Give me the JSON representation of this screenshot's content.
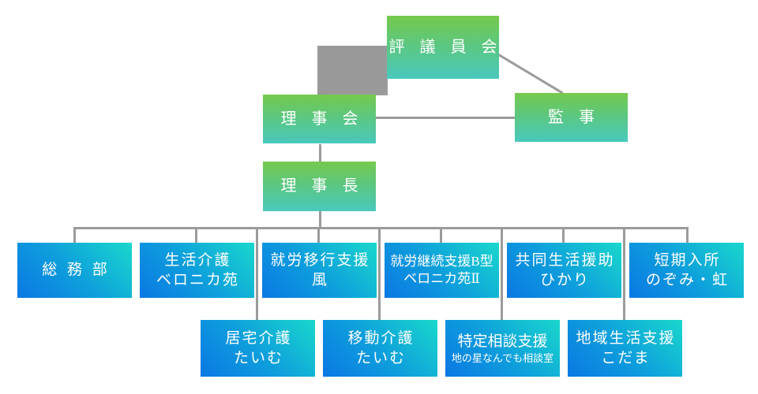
{
  "chart_data": {
    "type": "diagram",
    "title": "組織図",
    "diagram_kind": "organization-chart",
    "colors": {
      "green_top": "#76c94c",
      "green_bottom": "#49c9bd",
      "blue_start": "#0a78e4",
      "blue_end": "#19d8cc",
      "connector": "#9b9b9b",
      "gray_block": "#999999",
      "text": "#ffffff",
      "background": "#ffffff"
    },
    "levels": [
      {
        "level": 1,
        "nodes": [
          "評議員会"
        ]
      },
      {
        "level": 2,
        "nodes": [
          "理事会",
          "監事"
        ]
      },
      {
        "level": 3,
        "nodes": [
          "理事長"
        ]
      },
      {
        "level": 4,
        "nodes": [
          "総務部",
          "生活介護 ベロニカ苑",
          "就労移行支援 風",
          "就労継続支援B型 ベロニカ苑Ⅱ",
          "共同生活援助 ひかり",
          "短期入所 のぞみ・虹"
        ]
      },
      {
        "level": 5,
        "nodes": [
          "居宅介護 たいむ",
          "移動介護 たいむ",
          "特定相談支援 地の星なんでも相談室",
          "地域生活支援 こだま"
        ]
      }
    ],
    "edges": [
      {
        "from": "評議員会",
        "to": "理事会"
      },
      {
        "from": "評議員会",
        "to": "監事"
      },
      {
        "from": "理事会",
        "to": "監事"
      },
      {
        "from": "理事会",
        "to": "理事長"
      },
      {
        "from": "理事長",
        "to": "総務部"
      },
      {
        "from": "理事長",
        "to": "生活介護 ベロニカ苑"
      },
      {
        "from": "理事長",
        "to": "就労移行支援 風"
      },
      {
        "from": "理事長",
        "to": "就労継続支援B型 ベロニカ苑Ⅱ"
      },
      {
        "from": "理事長",
        "to": "共同生活援助 ひかり"
      },
      {
        "from": "理事長",
        "to": "短期入所 のぞみ・虹"
      },
      {
        "from": "理事長",
        "to": "居宅介護 たいむ"
      },
      {
        "from": "理事長",
        "to": "移動介護 たいむ"
      },
      {
        "from": "理事長",
        "to": "特定相談支援 地の星なんでも相談室"
      },
      {
        "from": "理事長",
        "to": "地域生活支援 こだま"
      }
    ]
  },
  "top": {
    "councillors": {
      "line1": "評 議 員 会"
    }
  },
  "governance": {
    "board": {
      "line1": "理 事 会"
    },
    "auditor": {
      "line1": "監 事"
    }
  },
  "chairman": {
    "title": {
      "line1": "理 事 長"
    }
  },
  "departments": [
    {
      "line1": "総 務 部",
      "line2": ""
    },
    {
      "line1": "生活介護",
      "line2": "ベロニカ苑"
    },
    {
      "line1": "就労移行支援",
      "line2": "風"
    },
    {
      "line1": "就労継続支援B型",
      "line2": "ベロニカ苑Ⅱ"
    },
    {
      "line1": "共同生活援助",
      "line2": "ひかり"
    },
    {
      "line1": "短期入所",
      "line2": "のぞみ・虹"
    }
  ],
  "services": [
    {
      "line1": "居宅介護",
      "line2": "たいむ"
    },
    {
      "line1": "移動介護",
      "line2": "たいむ"
    },
    {
      "line1": "特定相談支援",
      "line2": "地の星なんでも相談室"
    },
    {
      "line1": "地域生活支援",
      "line2": "こだま"
    }
  ]
}
